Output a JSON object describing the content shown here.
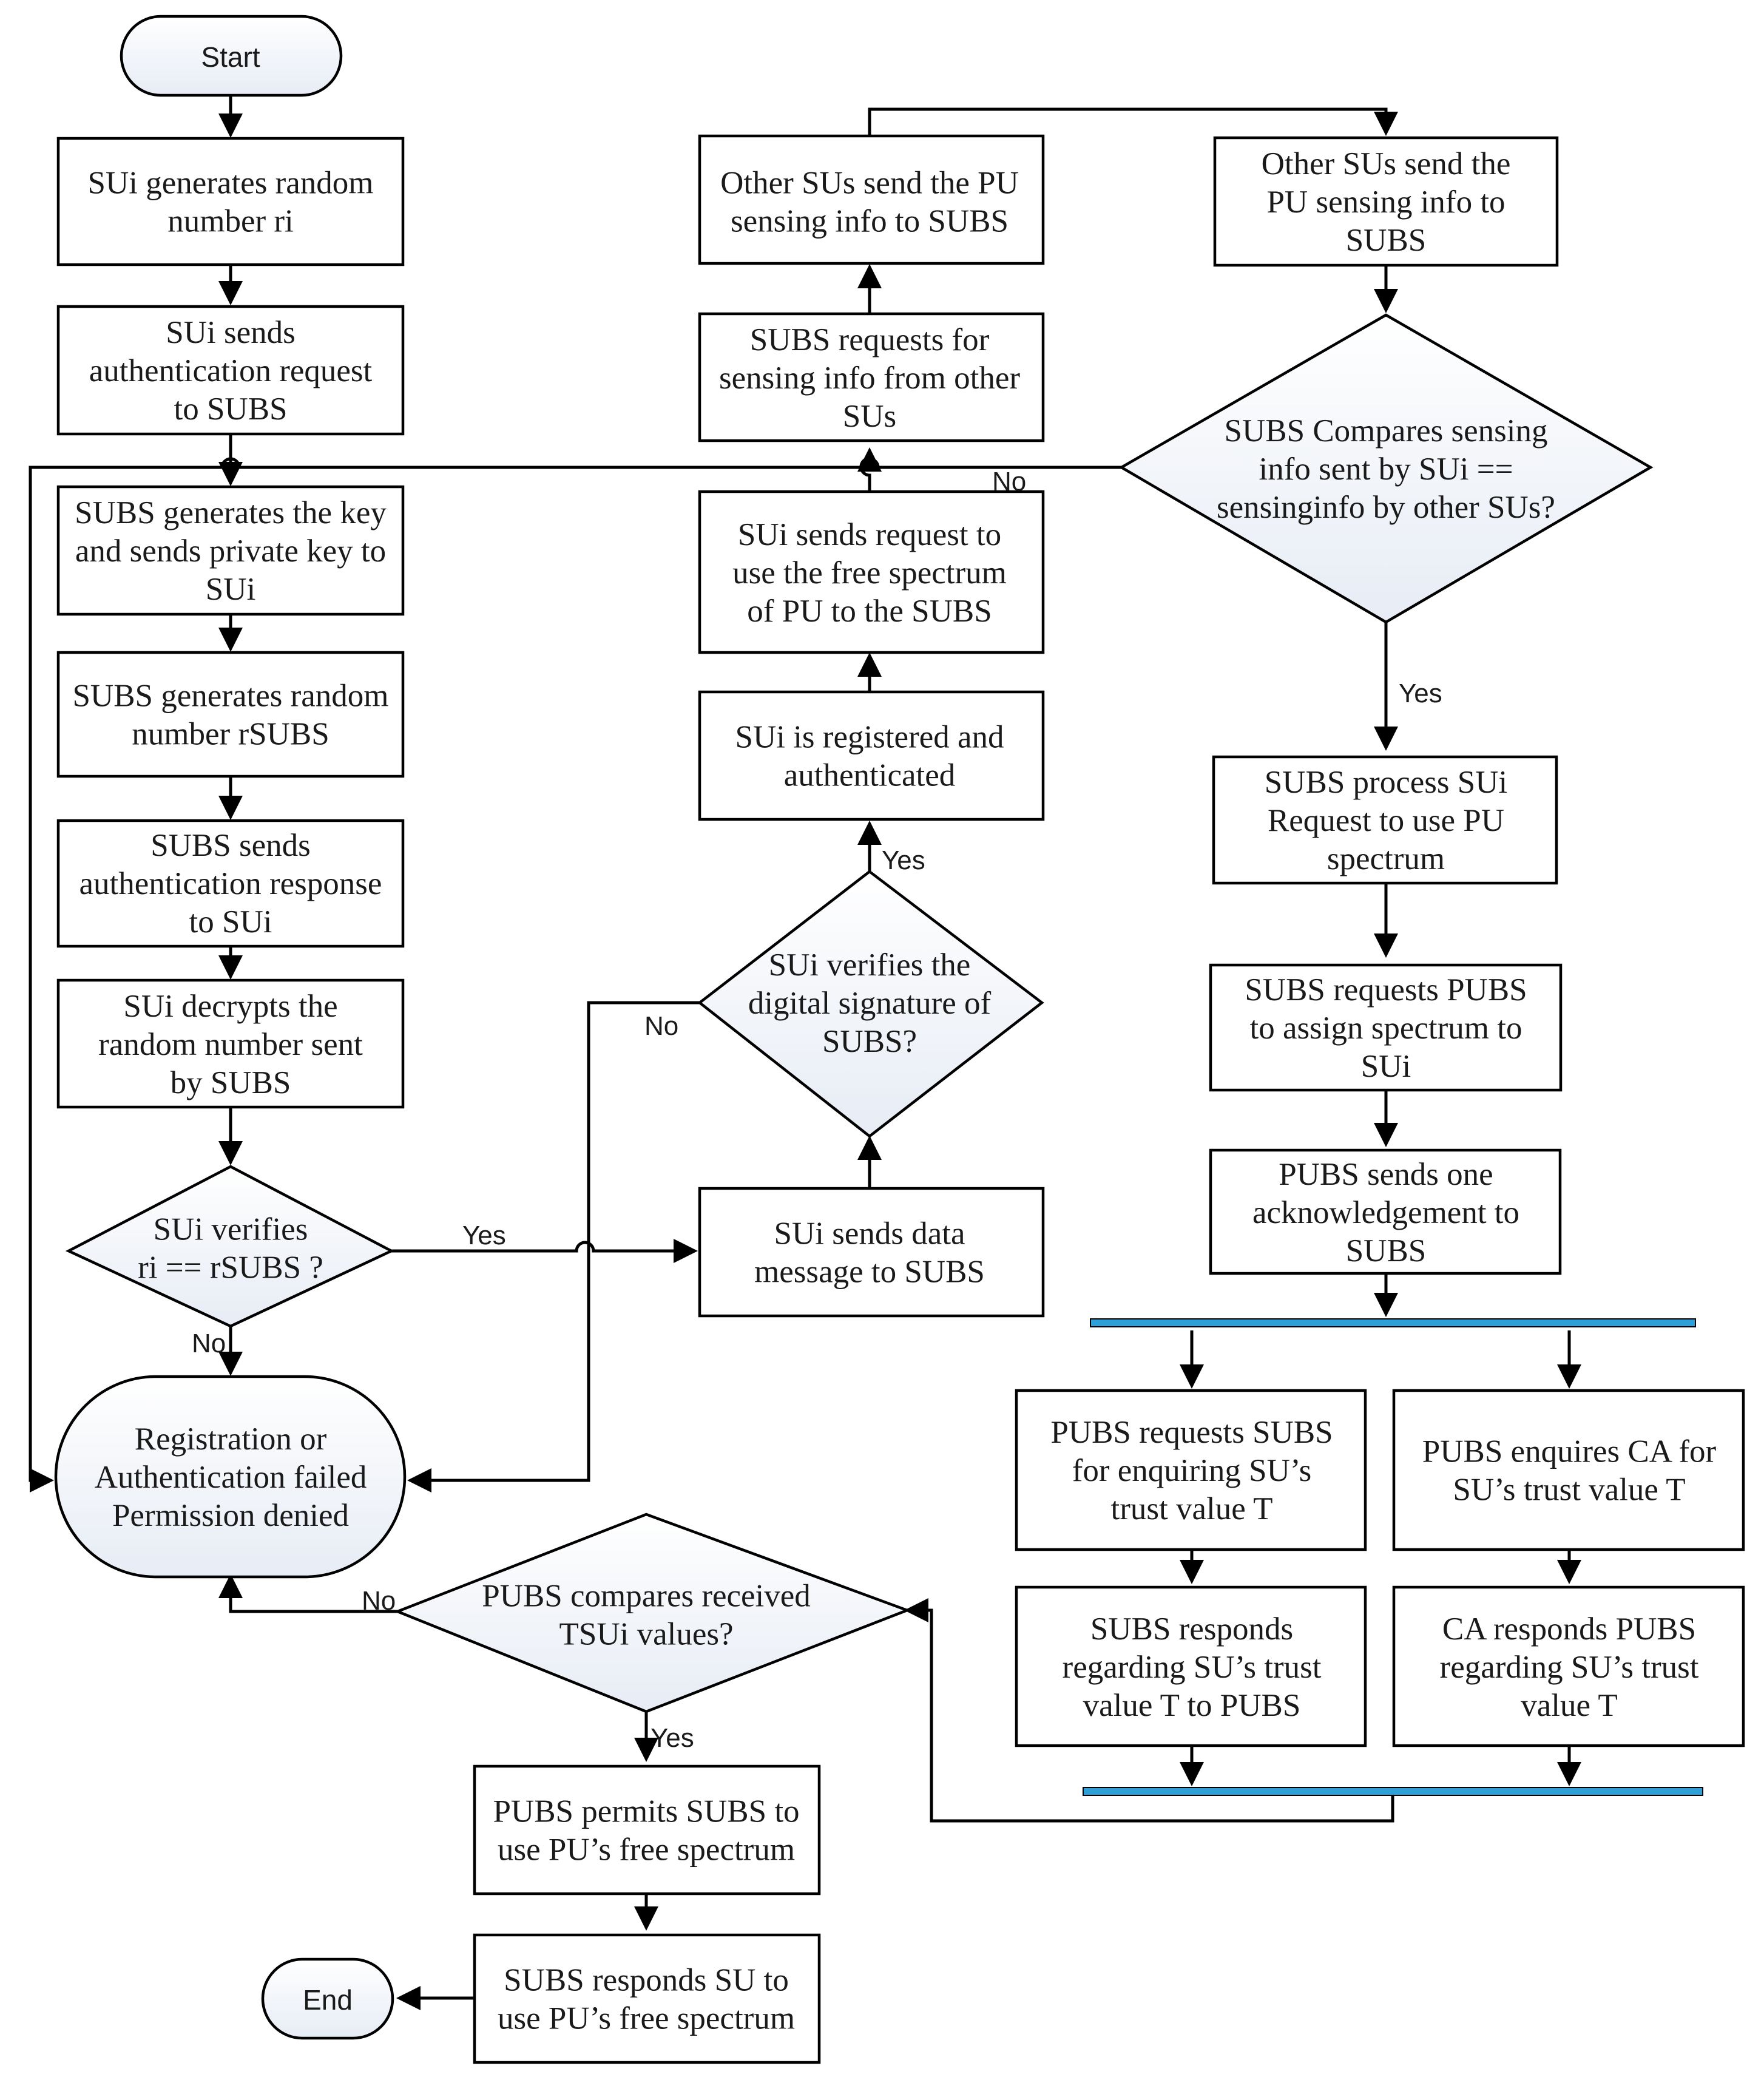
{
  "colors": {
    "fork_bar": "#2f9fd8",
    "shape_fill": "#f1f4fa",
    "line": "#000000"
  },
  "nodes": {
    "start": [
      "Start"
    ],
    "end": [
      "End"
    ],
    "gen_ri": [
      "SUi generates random",
      "number ri"
    ],
    "send_auth_req": [
      "SUi sends",
      "authentication request",
      "to SUBS"
    ],
    "gen_key": [
      "SUBS generates the key",
      "and sends private key to",
      "SUi"
    ],
    "gen_rsubs": [
      "SUBS generates  random",
      "number rSUBS"
    ],
    "send_auth_resp": [
      "SUBS sends",
      "authentication response",
      "to SUi"
    ],
    "decrypt": [
      "SUi decrypts the",
      "random number sent",
      "by SUBS"
    ],
    "verify_r": [
      "SUi verifies",
      "ri == rSUBS ?"
    ],
    "failed": [
      "Registration or",
      "Authentication failed",
      "Permission denied"
    ],
    "send_data": [
      "SUi sends data",
      "message to SUBS"
    ],
    "verify_sig": [
      "SUi verifies the",
      "digital signature of",
      "SUBS?"
    ],
    "registered": [
      "SUi is registered and",
      "authenticated"
    ],
    "request_spectrum": [
      "SUi sends request to",
      "use the free spectrum",
      "of PU to the SUBS"
    ],
    "request_sensing": [
      "SUBS requests for",
      "sensing info from other",
      "SUs"
    ],
    "others_send_1": [
      "Other SUs send the PU",
      "sensing info to SUBS"
    ],
    "others_send_2": [
      "Other SUs send the",
      "PU sensing info to",
      "SUBS"
    ],
    "compare_sensing": [
      "SUBS Compares sensing",
      "info sent by SUi ==",
      "sensinginfo by other SUs?"
    ],
    "process_request": [
      "SUBS process SUi",
      "Request to use PU",
      "spectrum"
    ],
    "request_pubs": [
      "SUBS requests PUBS",
      "to assign spectrum to",
      "SUi"
    ],
    "ack": [
      "PUBS sends one",
      "acknowledgement to",
      "SUBS"
    ],
    "pubs_req_subs": [
      "PUBS requests SUBS",
      "for enquiring SU’s",
      "trust value T"
    ],
    "pubs_enq_ca": [
      "PUBS enquires CA  for",
      "SU’s trust value T"
    ],
    "subs_responds": [
      "SUBS responds",
      "regarding SU’s trust",
      "value T to PUBS"
    ],
    "ca_responds": [
      "CA responds PUBS",
      "regarding SU’s trust",
      "value T"
    ],
    "compare_t": [
      "PUBS compares received",
      "TSUi values?"
    ],
    "permit": [
      "PUBS permits SUBS to",
      "use PU’s free spectrum"
    ],
    "respond_su": [
      "SUBS responds SU to",
      "use PU’s free spectrum"
    ]
  },
  "edge_labels": {
    "yes_verify_r": "Yes",
    "no_verify_r": "No",
    "yes_sig": "Yes",
    "no_sig": "No",
    "yes_compare": "Yes",
    "no_compare": "No",
    "yes_compare_t": "Yes",
    "no_compare_t": "No"
  }
}
